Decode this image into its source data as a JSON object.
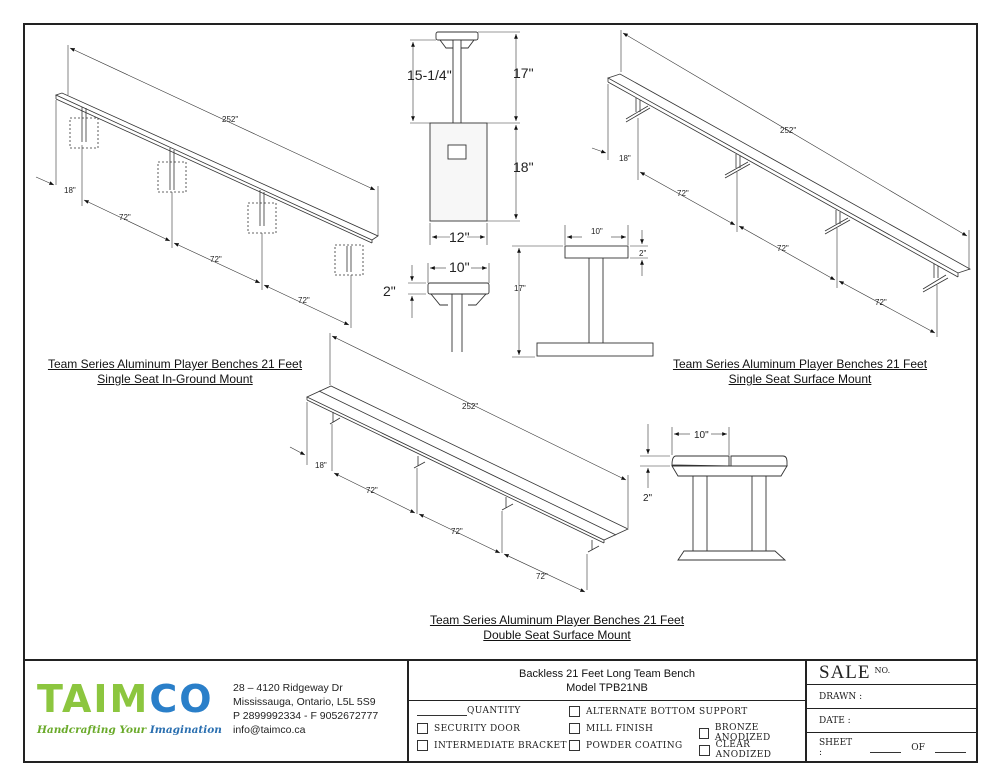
{
  "drawings": {
    "in_ground": {
      "caption_line1": "Team Series Aluminum Player Benches 21 Feet",
      "caption_line2": "Single Seat In-Ground Mount",
      "dim_length": "252\"",
      "dim_height": "18\"",
      "dim_spacing": [
        "72\"",
        "72\"",
        "72\""
      ]
    },
    "in_ground_section": {
      "dim_above_ground": "17\"",
      "dim_leg_exposed": "15-1/4\"",
      "dim_footing_depth": "18\"",
      "dim_footing_width": "12\""
    },
    "seat_detail": {
      "dim_width": "10\"",
      "dim_thickness": "2\""
    },
    "surface_section": {
      "dim_width": "10\"",
      "dim_thickness": "2\"",
      "dim_height": "17\""
    },
    "surface_mount": {
      "caption_line1": "Team Series Aluminum Player Benches 21 Feet",
      "caption_line2": "Single Seat Surface Mount",
      "dim_length": "252\"",
      "dim_height": "18\"",
      "dim_spacing": [
        "72\"",
        "72\"",
        "72\""
      ]
    },
    "double_seat": {
      "caption_line1": "Team Series Aluminum Player Benches 21 Feet",
      "caption_line2": "Double Seat Surface Mount",
      "dim_length": "252\"",
      "dim_height": "18\"",
      "dim_spacing": [
        "72\"",
        "72\"",
        "72\""
      ]
    },
    "double_section": {
      "dim_width": "10\"",
      "dim_thickness": "2\""
    }
  },
  "title_block": {
    "logo": {
      "word_green": "TAIM",
      "word_blue": "CO",
      "tagline_green": "Handcrafting Your ",
      "tagline_blue": "Imagination",
      "green": "#8cc63f",
      "blue": "#2a7fc9"
    },
    "address": {
      "line1": "28 – 4120 Ridgeway Dr",
      "line2": "Mississauga, Ontario, L5L 5S9",
      "line3": "P 2899992334 - F 9052672777",
      "line4": "info@taimco.ca"
    },
    "product": {
      "title": "Backless 21 Feet Long Team Bench",
      "model": "Model TPB21NB"
    },
    "options": {
      "quantity": "QUANTITY",
      "alternate_bottom_support": "ALTERNATE BOTTOM SUPPORT",
      "security_door": "SECURITY DOOR",
      "mill_finish": "MILL FINISH",
      "bronze_anodized": "BRONZE ANODIZED",
      "intermediate_bracket": "INTERMEDIATE BRACKET",
      "powder_coating": "POWDER COATING",
      "clear_anodized": "CLEAR ANODIZED"
    },
    "sheet_info": {
      "sale": "SALE",
      "sale_no": "NO.",
      "drawn": "DRAWN :",
      "date": "DATE :",
      "sheet": "SHEET :",
      "of": "OF"
    }
  }
}
